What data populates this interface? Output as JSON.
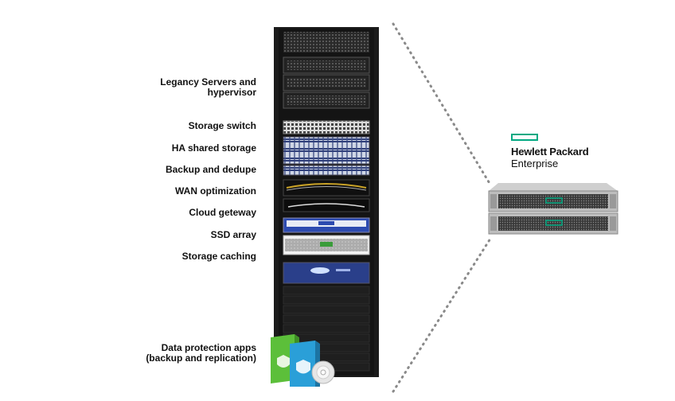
{
  "labels": {
    "legacy_line1": "Legancy Servers and",
    "legacy_line2": "hypervisor",
    "storage_switch": "Storage switch",
    "ha_storage": "HA shared storage",
    "backup_dedupe": "Backup and dedupe",
    "wan_optimization": "WAN optimization",
    "cloud_gateway": "Cloud geteway",
    "ssd_array": "SSD array",
    "storage_caching": "Storage caching",
    "data_protection_line1": "Data protection apps",
    "data_protection_line2": "(backup and replication)"
  },
  "logo": {
    "line1": "Hewlett Packard",
    "line2": "Enterprise"
  },
  "colors": {
    "hpe_green": "#01a982",
    "rack_dark": "#1b1b1b",
    "storage_blue": "#2a3f8a",
    "caching_blue": "#2d4bb0",
    "software_box_teal": "#2a9fd8"
  },
  "icons": {
    "logo_mark": "hpe-rectangle-icon",
    "disc": "cd-disc-icon"
  }
}
